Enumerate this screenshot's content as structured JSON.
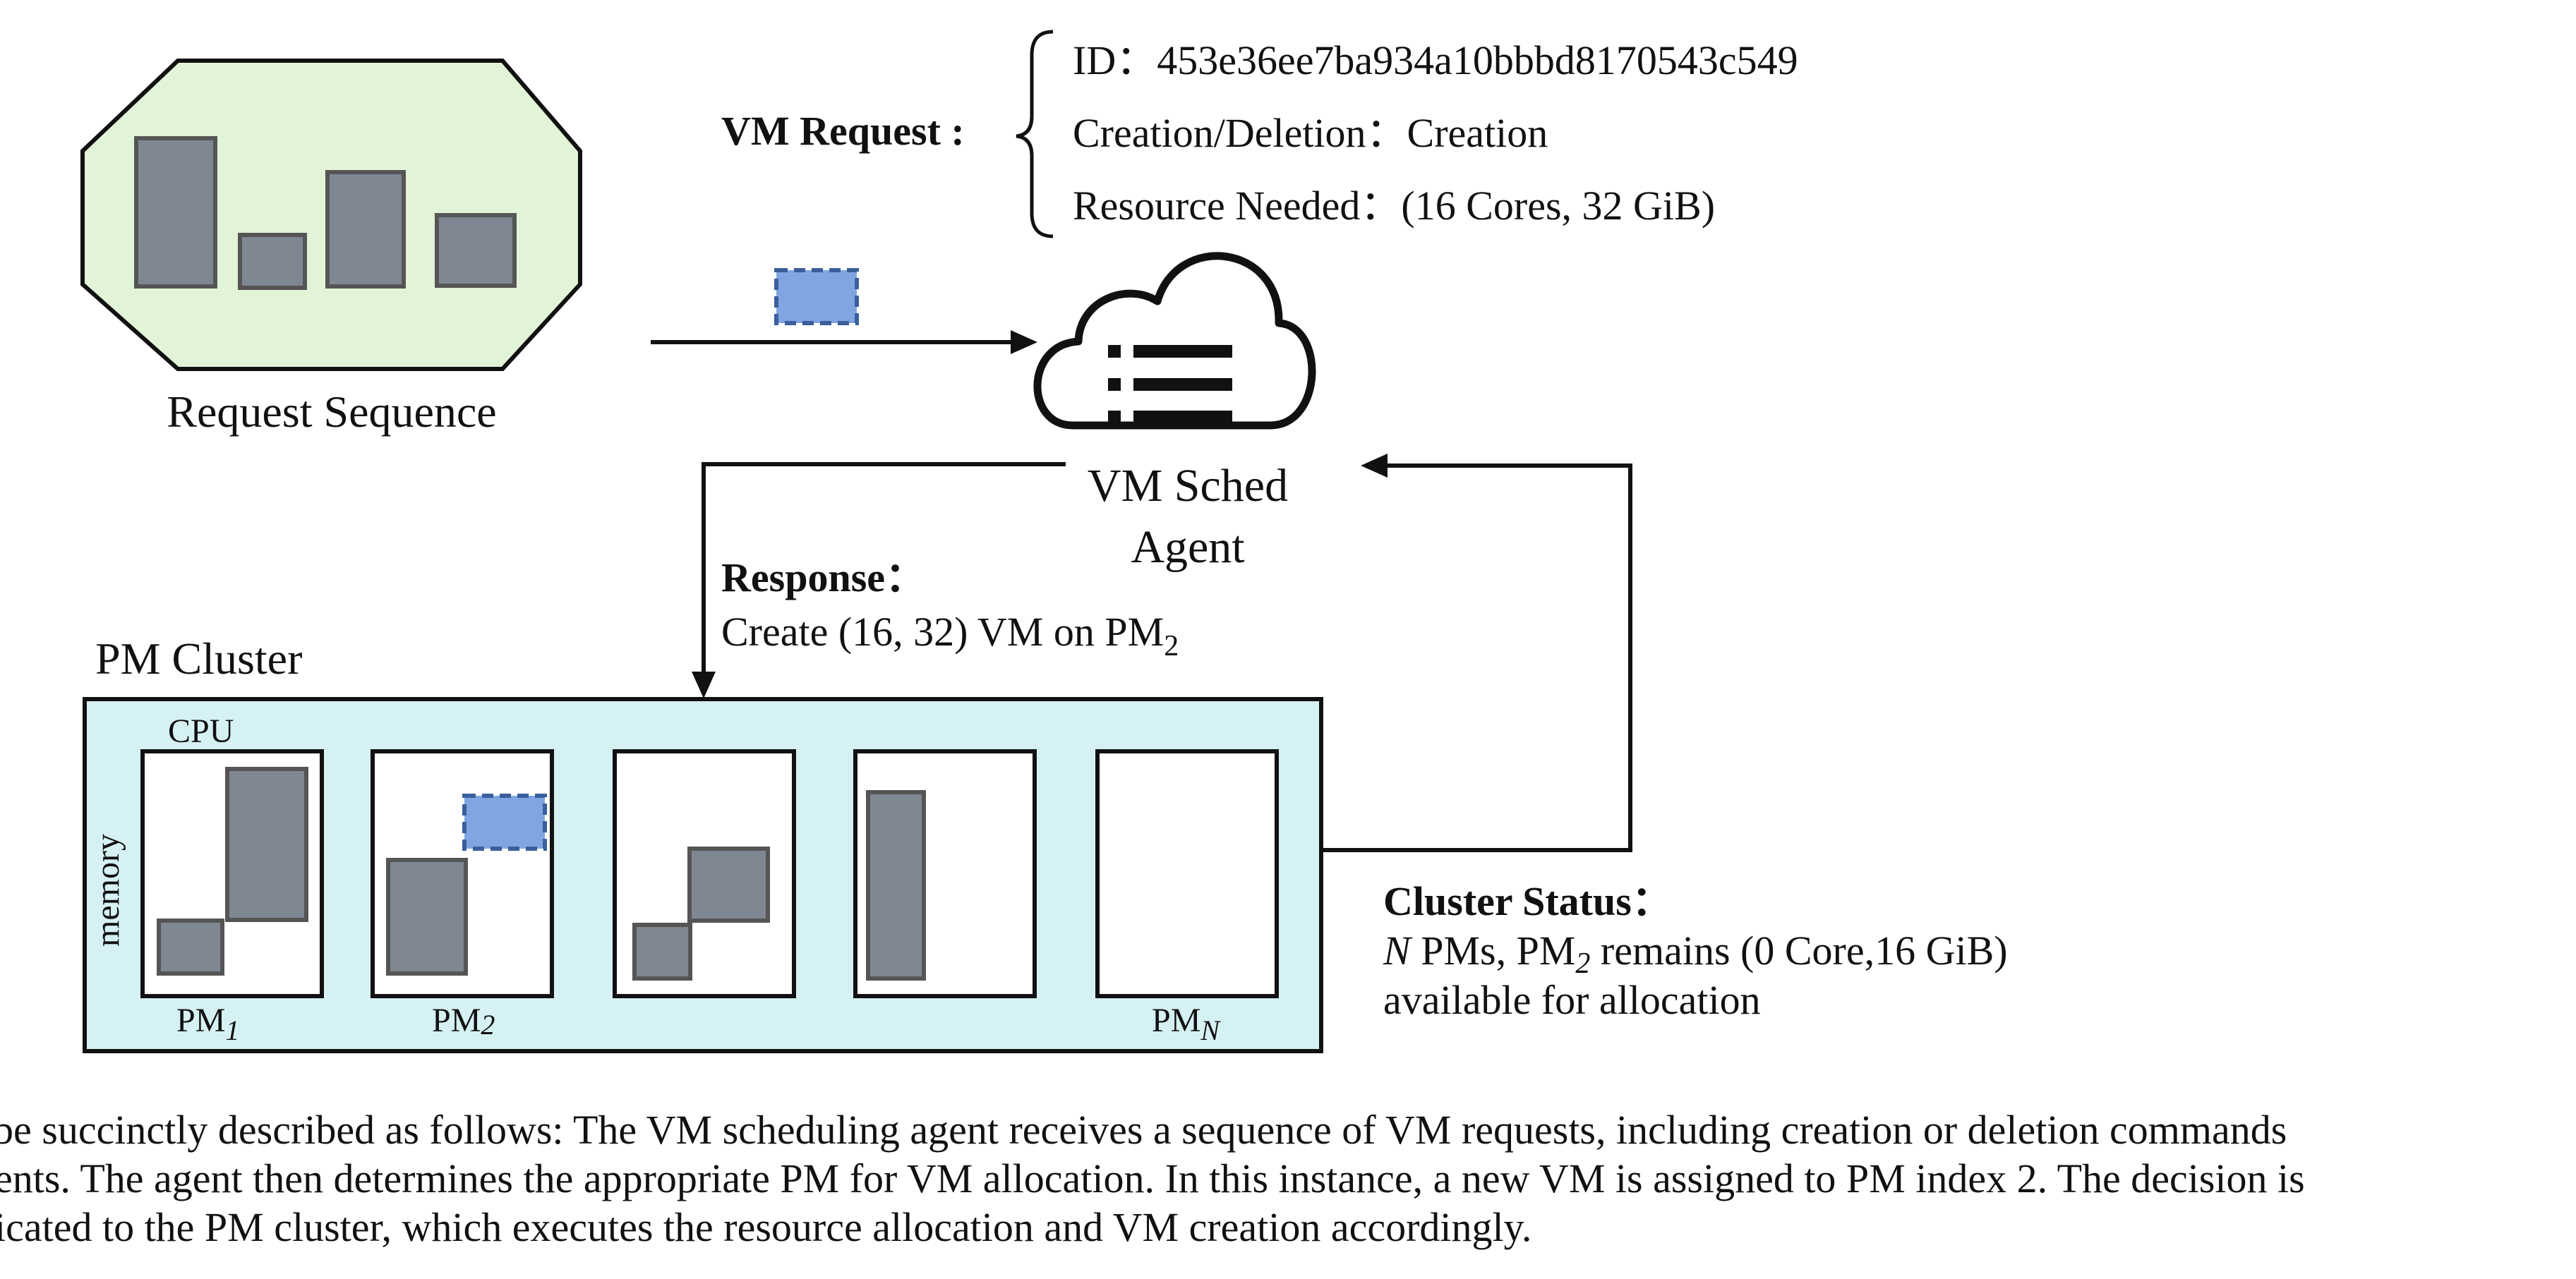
{
  "colors": {
    "octagon_fill": "#e2f4d7",
    "block_fill": "#7f8793",
    "block_stroke": "#555555",
    "vm_fill": "#7fa6e2",
    "vm_stroke": "#3a5f9c",
    "cluster_fill": "#d6f1f3",
    "line": "#111111"
  },
  "request_sequence": {
    "label": "Request Sequence"
  },
  "vm_request": {
    "label": "VM Request :",
    "id_key": "ID：",
    "id_value": "453e36ee7ba934a10bbbd8170543c549",
    "op_key": "Creation/Deletion：",
    "op_value": "Creation",
    "res_key": "Resource Needed：",
    "res_value": "(16 Cores, 32 GiB)"
  },
  "agent": {
    "icon": "cloud-list-icon",
    "line1": "VM Sched",
    "line2": "Agent"
  },
  "response": {
    "label": "Response：",
    "text": "Create (16, 32) VM on PM",
    "sub": "2"
  },
  "cluster": {
    "title": "PM Cluster",
    "cpu_label": "CPU",
    "memory_label": "memory",
    "pms": [
      {
        "label": "PM",
        "sub": "1"
      },
      {
        "label": "PM",
        "sub": "2"
      },
      {
        "label": "",
        "sub": ""
      },
      {
        "label": "",
        "sub": ""
      },
      {
        "label": "PM",
        "sub": "N"
      }
    ]
  },
  "cluster_status": {
    "label": "Cluster Status：",
    "n": "N",
    "l1_a": " PMs, PM",
    "l1_sub": "2",
    "l1_b": " remains (0 Core,16 GiB)",
    "line2": "available for allocation"
  },
  "caption": {
    "line1": "be succinctly described as follows: The VM scheduling agent receives a sequence of VM requests, including creation or deletion commands",
    "line2": "ents. The agent then determines the appropriate PM for VM allocation. In this instance, a new VM is assigned to PM index 2. The decision is",
    "line3": "icated to the PM cluster, which executes the resource allocation and VM creation accordingly."
  }
}
